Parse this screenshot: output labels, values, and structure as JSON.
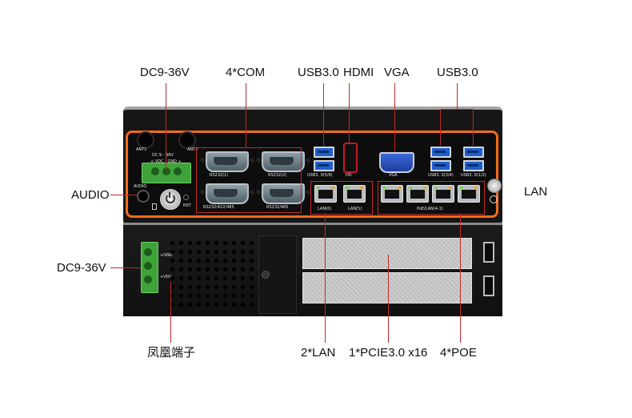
{
  "callouts": {
    "dc_top": "DC9-36V",
    "com": "4*COM",
    "usb_left": "USB3.0",
    "hdmi": "HDMI",
    "vga": "VGA",
    "usb_right": "USB3.0",
    "audio": "AUDIO",
    "lan_right": "LAN",
    "dc_left": "DC9-36V",
    "phoenix": "凤凰端子",
    "lan2": "2*LAN",
    "pcie": "1*PCIE3.0 x16",
    "poe4": "4*POE"
  },
  "panel_labels": {
    "ant1": "ANT1",
    "ant2": "ANT2",
    "dc_in": "DC 9 - 36V",
    "vdc_gnd": "+ VDC -  GND  +",
    "audio": "AUDIO",
    "rst": "RST",
    "rs232_1": "RS232(1)",
    "rs232_2": "RS232(2)",
    "rs232_422_485": "RS232/422/485",
    "rs232_485": "RS232/485",
    "usb_56": "USB3. 0(5/6)",
    "hd": "HD",
    "vga": "VGA",
    "usb_34": "USB3. 0(3/4)",
    "usb_12": "USB3. 0(1/2)",
    "lan6": "LAN(6)",
    "lan5": "LAN(5)",
    "poe_lan": "PoE/LAN(4-1)",
    "terminal_gnd": "+GND",
    "terminal_vdc": "+VDC-"
  },
  "colors": {
    "accent_orange": "#f26b1d",
    "callout_line": "#c62828",
    "chassis": "#141414"
  }
}
